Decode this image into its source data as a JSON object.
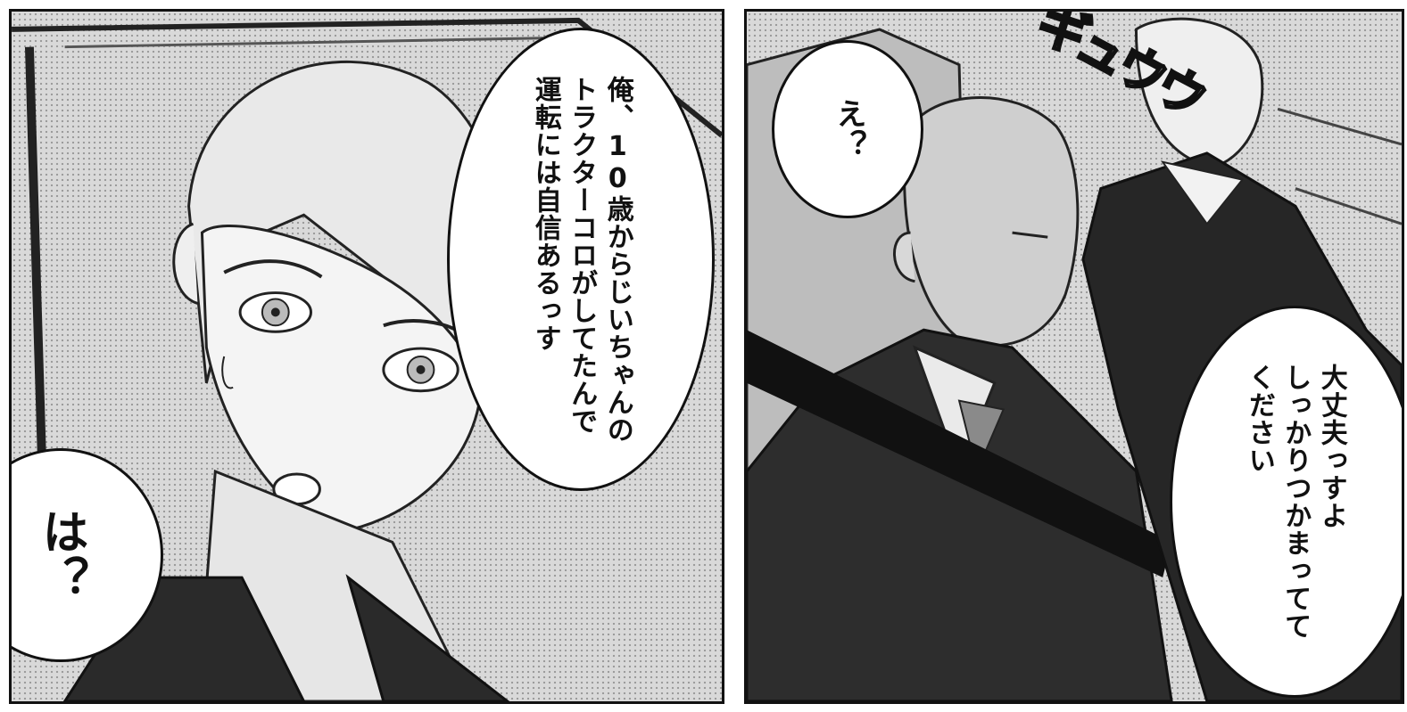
{
  "panels": {
    "left": {
      "speech_main": "俺、10歳からじいちゃんの\nトラクターコロがしてたんで\n運転には自信あるっす",
      "speech_reply": "は？"
    },
    "right": {
      "speech_reaction": "え？",
      "speech_reassure": "大丈夫っすよ\nしっかりつかまってて\nください",
      "sfx": "ギュウウ"
    }
  },
  "colors": {
    "ink": "#111111",
    "paper": "#ffffff",
    "tone": "#6a6a6a"
  }
}
